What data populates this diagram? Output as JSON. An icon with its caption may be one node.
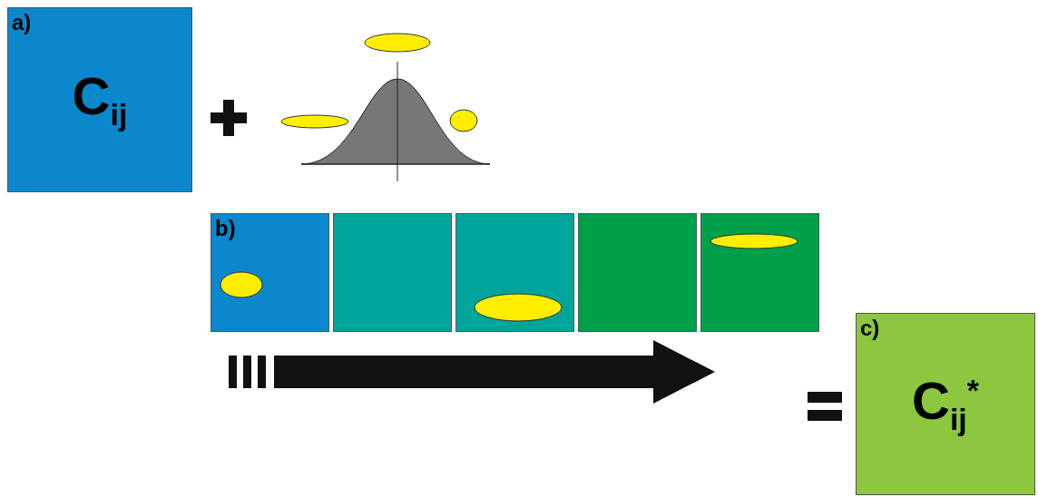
{
  "diagram": {
    "nodes": [
      {
        "text": [
          "a)",
          "C$_{ij}$"
        ]
      },
      {
        "text": [
          "b)"
        ]
      },
      {
        "text": [],
        "shape": "box"
      },
      {
        "text": [],
        "shape": "box"
      },
      {
        "text": [],
        "shape": "box"
      },
      {
        "text": [],
        "shape": "box"
      },
      {
        "text": [
          "c)",
          "C$_{ij}$$^{*}$"
        ]
      },
      {
        "text": [],
        "shape": "ellipse",
        "in": 1
      },
      {
        "text": [],
        "shape": "ellipse",
        "in": 3
      },
      {
        "text": [],
        "shape": "ellipse",
        "in": 5
      }
    ]
  }
}
